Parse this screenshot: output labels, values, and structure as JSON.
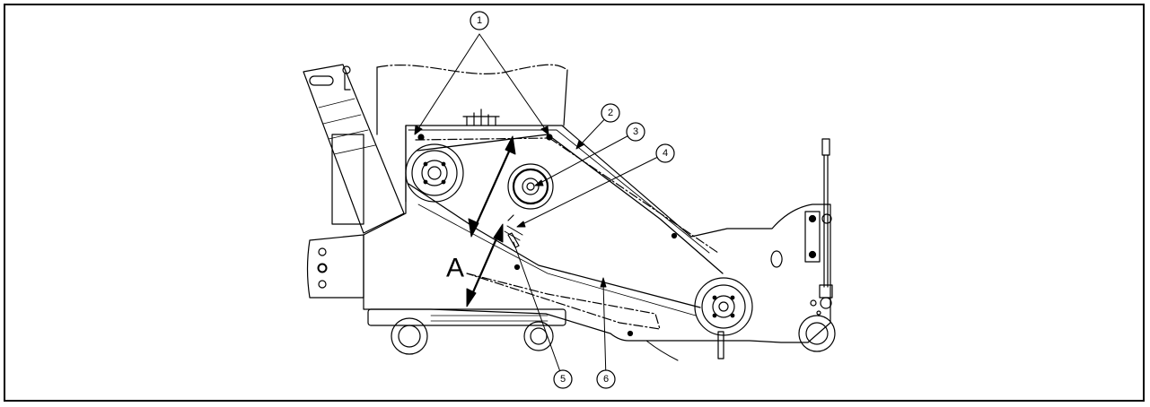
{
  "diagram": {
    "callouts": [
      {
        "id": "1",
        "label": "1"
      },
      {
        "id": "2",
        "label": "2"
      },
      {
        "id": "3",
        "label": "3"
      },
      {
        "id": "4",
        "label": "4"
      },
      {
        "id": "5",
        "label": "5"
      },
      {
        "id": "6",
        "label": "6"
      }
    ],
    "dimension_label": "A",
    "colors": {
      "line": "#000000",
      "background": "#ffffff",
      "fill": "#ffffff"
    }
  }
}
